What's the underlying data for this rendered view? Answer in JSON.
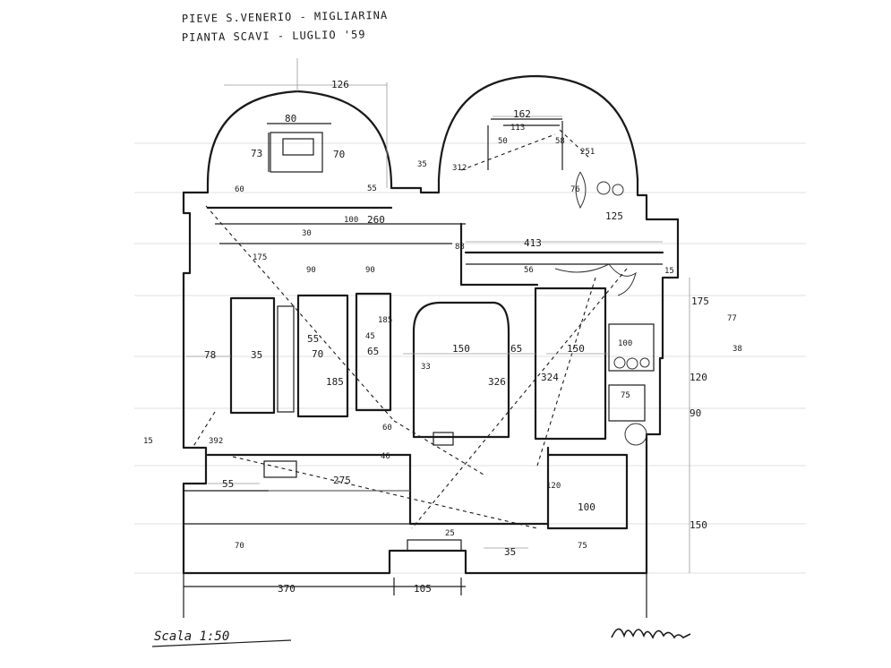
{
  "title": {
    "line1": "PIEVE S.VENERIO - MIGLIARINA",
    "line2": "PIANTA SCAVI - LUGLIO '59"
  },
  "scale_label": "Scala 1:50",
  "signature": "signature-mark",
  "measurements": {
    "apse_left_width": "126",
    "apse_left_inner": "80",
    "apse_left_depth": "73",
    "apse_left_inner_depth": "70",
    "apse_left_offset": "60",
    "apse_left_gap": "55",
    "apse_right_width": "162",
    "apse_right_inner": "113",
    "apse_right_a": "50",
    "apse_right_b": "312",
    "apse_right_c": "58",
    "apse_right_d": "251",
    "apse_right_e": "76",
    "apse_right_f": "125",
    "apse_right_g": "35",
    "nave_top_a": "30",
    "nave_top_b": "100",
    "nave_top_c": "260",
    "nave_top_d": "88",
    "nave_top_e": "413",
    "nave_top_f": "56",
    "nave_top_g": "15",
    "aisle_a": "175",
    "aisle_b": "90",
    "aisle_c": "90",
    "aisle_d": "185",
    "left_width": "78",
    "left_inner": "35",
    "pillar_a": "55",
    "pillar_b": "70",
    "pillar_c": "45",
    "pillar_d": "65",
    "pillar_e": "185",
    "pillar_f": "33",
    "center_a": "150",
    "center_b": "65",
    "center_c": "326",
    "center_d": "324",
    "right_a": "150",
    "right_b": "100",
    "right_c": "75",
    "right_d": "120",
    "right_e": "90",
    "right_f": "175",
    "right_g": "77",
    "right_h": "38",
    "lower_a": "60",
    "lower_b": "46",
    "lower_c": "392",
    "lower_d": "55",
    "lower_e": "275",
    "lower_f": "120",
    "lower_g": "100",
    "lower_h": "150",
    "lower_i": "15",
    "bottom_a": "70",
    "bottom_b": "25",
    "bottom_c": "35",
    "bottom_d": "75",
    "bottom_e": "370",
    "bottom_f": "105"
  }
}
